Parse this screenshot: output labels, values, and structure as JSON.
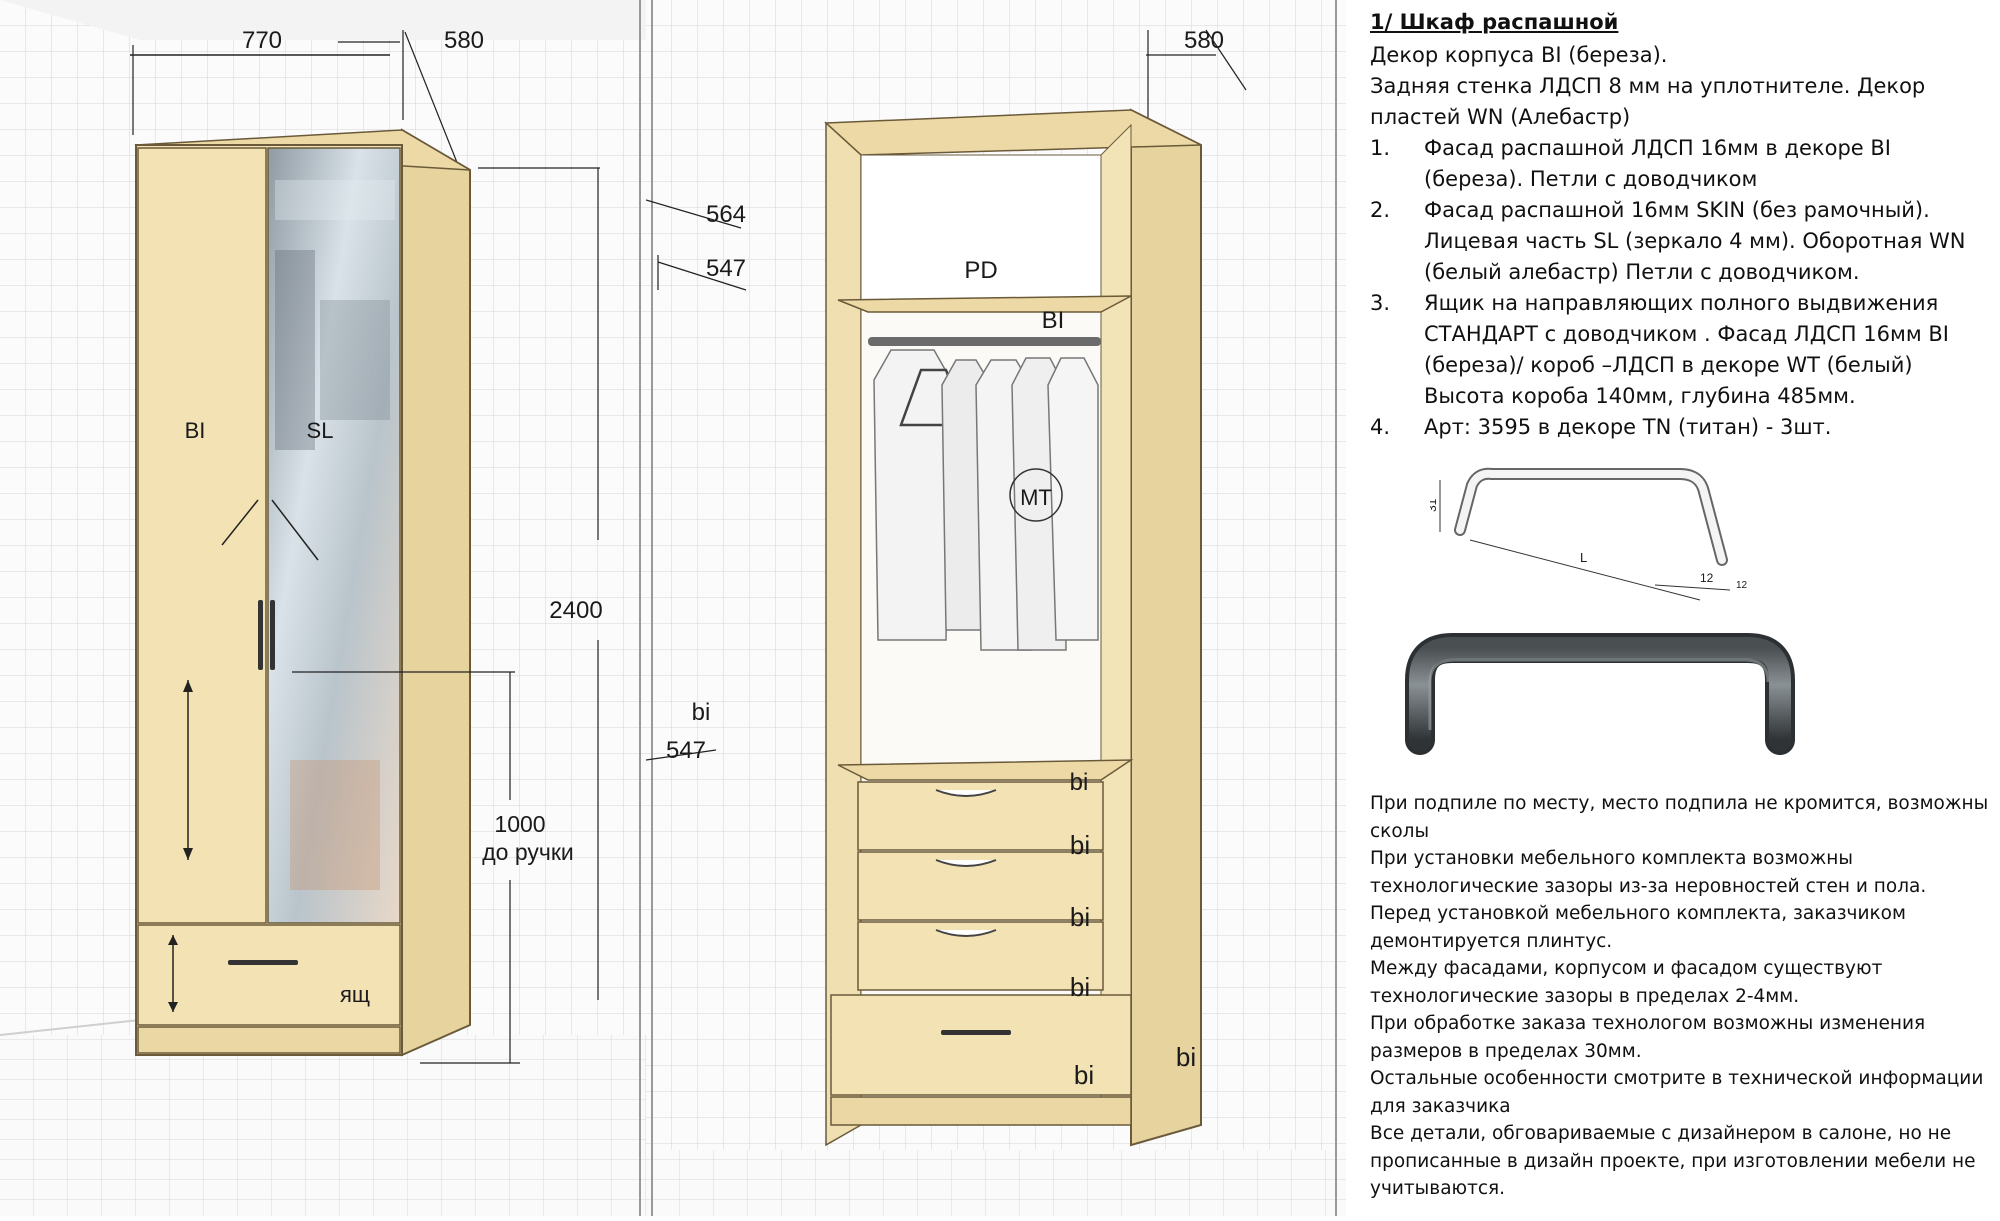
{
  "left_view": {
    "dim_width": "770",
    "dim_depth": "580",
    "dim_height": "2400",
    "dim_handle_height": "1000",
    "dim_handle_note": "до ручки",
    "door_left_label": "BI",
    "door_right_label": "SL",
    "drawer_label": "ящ"
  },
  "middle_view": {
    "dim_depth": "580",
    "dim_564": "564",
    "dim_547_top": "547",
    "pd_label": "PD",
    "shelf_label": "BI",
    "mt_label": "МТ",
    "side_label": "bi",
    "dim_547_bottom": "547",
    "lower_shelf_label": "bi",
    "drawer_labels": [
      "bi",
      "bi",
      "bi"
    ],
    "bottom_drawer_label": "bi",
    "outer_side_label": "bi"
  },
  "spec": {
    "title": "1/ Шкаф распашной",
    "line1": "Декор корпуса BI (береза).",
    "line2": "Задняя стенка ЛДСП 8 мм на уплотнителе. Декор",
    "line3": "пластей WN (Алебастр)",
    "items": [
      {
        "num": "1.",
        "text": "Фасад распашной ЛДСП 16мм в декоре BI (береза). Петли с доводчиком"
      },
      {
        "num": "2.",
        "text": "Фасад распашной 16мм SKIN (без рамочный). Лицевая часть SL (зеркало 4 мм). Оборотная WN (белый алебастр)  Петли с доводчиком."
      },
      {
        "num": "3.",
        "text": "Ящик на направляющих полного выдвижения СТАНДАРТ  с доводчиком . Фасад ЛДСП 16мм BI (береза)/ короб –ЛДСП в декоре WT (белый) Высота короба 140мм, глубина 485мм."
      },
      {
        "num": "4.",
        "text": "Арт: 3595 в декоре TN (титан)  - 3шт."
      }
    ]
  },
  "handle_drawing": {
    "dim_height": "31",
    "dim_length": "L",
    "dim_a": "12",
    "dim_b": "12"
  },
  "notes": [
    "При подпиле по месту, место подпила не кромится, возможны сколы",
    "При установки мебельного комплекта возможны технологические зазоры из-за неровностей стен и пола. Перед установкой мебельного комплекта, заказчиком демонтируется плинтус.",
    "Между фасадами, корпусом и фасадом существуют технологические зазоры в пределах 2-4мм.",
    "При обработке заказа технологом возможны изменения размеров в пределах 30мм.",
    "Остальные особенности смотрите в технической информации для заказчика",
    "Все детали, обговариваемые с дизайнером в салоне, но не прописанные в дизайн проекте, при изготовлении мебели не учитываются."
  ],
  "colors": {
    "wood": "#f2e2b4",
    "wood_edge": "#6a5a3a",
    "mirror": "#c9d3d8",
    "grid": "#d9d9d9"
  }
}
